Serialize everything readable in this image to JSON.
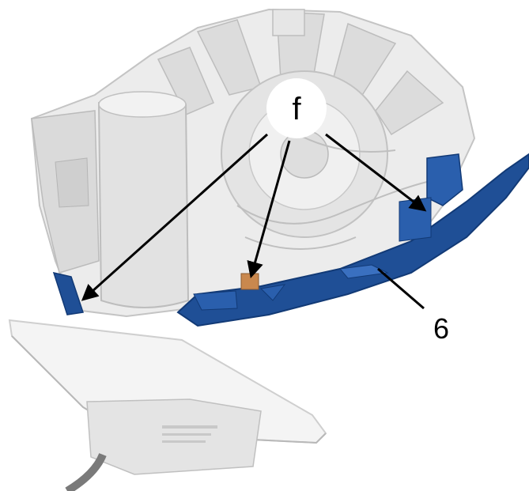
{
  "callouts": {
    "f_label": "f",
    "part_number": "6"
  },
  "colors": {
    "trim_blue": "#1f4f96",
    "trim_blue_dark": "#123a76",
    "housing_light": "#ececec",
    "housing_mid": "#d6d6d6",
    "housing_edge": "#b8b8b8",
    "clip_orange": "#c9884e",
    "leader": "#000000"
  },
  "icons": {
    "housing": "mirror-housing-assembly",
    "trim": "blue-trim-strip",
    "glass": "mirror-glass-plate"
  }
}
